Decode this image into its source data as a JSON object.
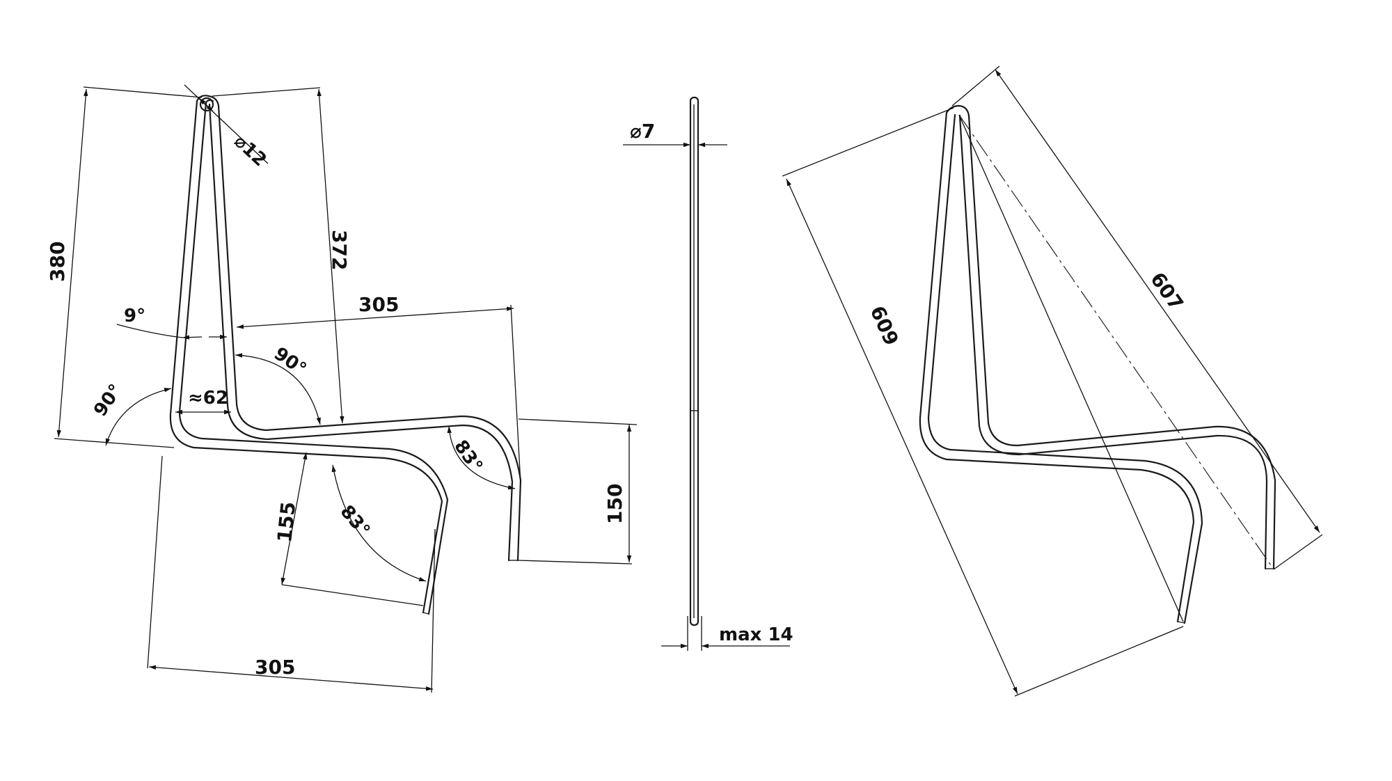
{
  "front_view": {
    "height_outer": "380",
    "height_inner": "372",
    "hole_diameter": "⌀12",
    "angle_splay": "9°",
    "gap_width": "≈62",
    "angle_left_bend": "90°",
    "angle_right_bend": "90°",
    "depth_upper": "305",
    "depth_lower": "305",
    "angle_lower_hook": "83°",
    "angle_upper_hook": "83°",
    "hook_lower_length": "155",
    "hook_upper_length": "150"
  },
  "side_view": {
    "rod_diameter": "⌀7",
    "max_thickness": "max 14"
  },
  "iso_view": {
    "diag_long": "609",
    "diag_short": "607"
  }
}
